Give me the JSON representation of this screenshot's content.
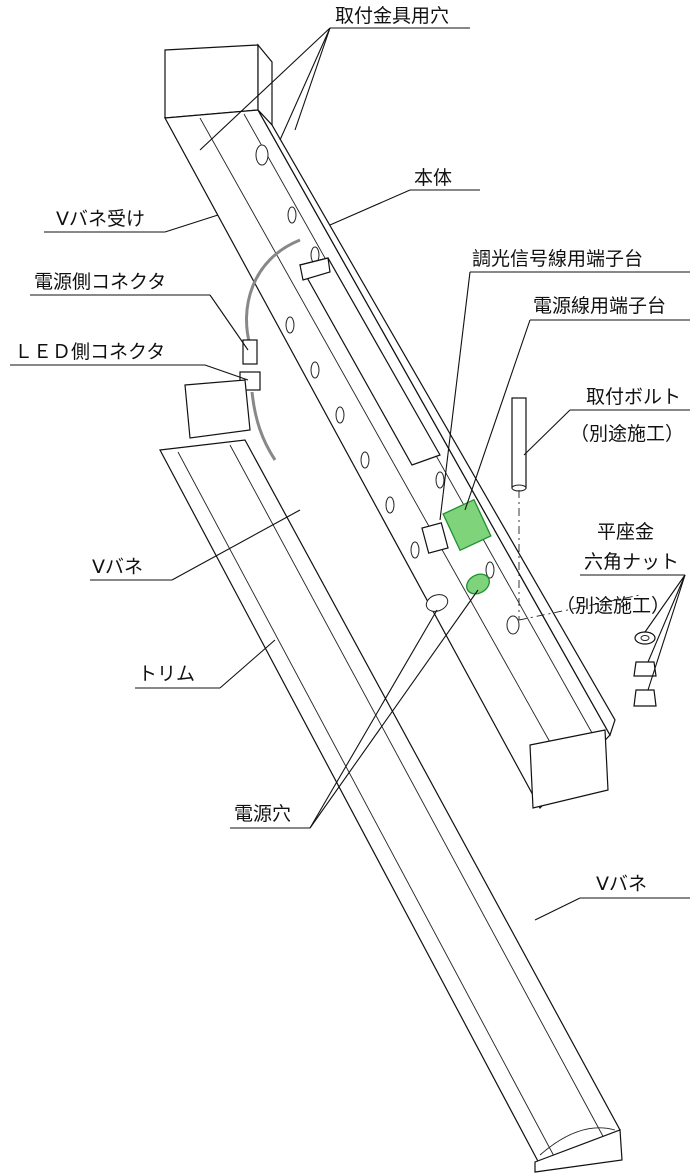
{
  "labels": {
    "mount_holes": "取付金具用穴",
    "body": "本体",
    "v_spring_receiver": "Vバネ受け",
    "dimming_terminal": "調光信号線用端子台",
    "power_connector": "電源側コネクタ",
    "power_terminal": "電源線用端子台",
    "led_connector": "ＬＥＤ側コネクタ",
    "mount_bolt": "取付ボルト",
    "separate_work_1": "（別途施工）",
    "v_spring_1": "Vバネ",
    "flat_washer": "平座金",
    "hex_nut": "六角ナット",
    "separate_work_2": "（別途施工）",
    "trim": "トリム",
    "power_hole": "電源穴",
    "v_spring_2": "Vバネ"
  },
  "colors": {
    "line": "#111111",
    "terminal_green": "#7fd37a"
  }
}
